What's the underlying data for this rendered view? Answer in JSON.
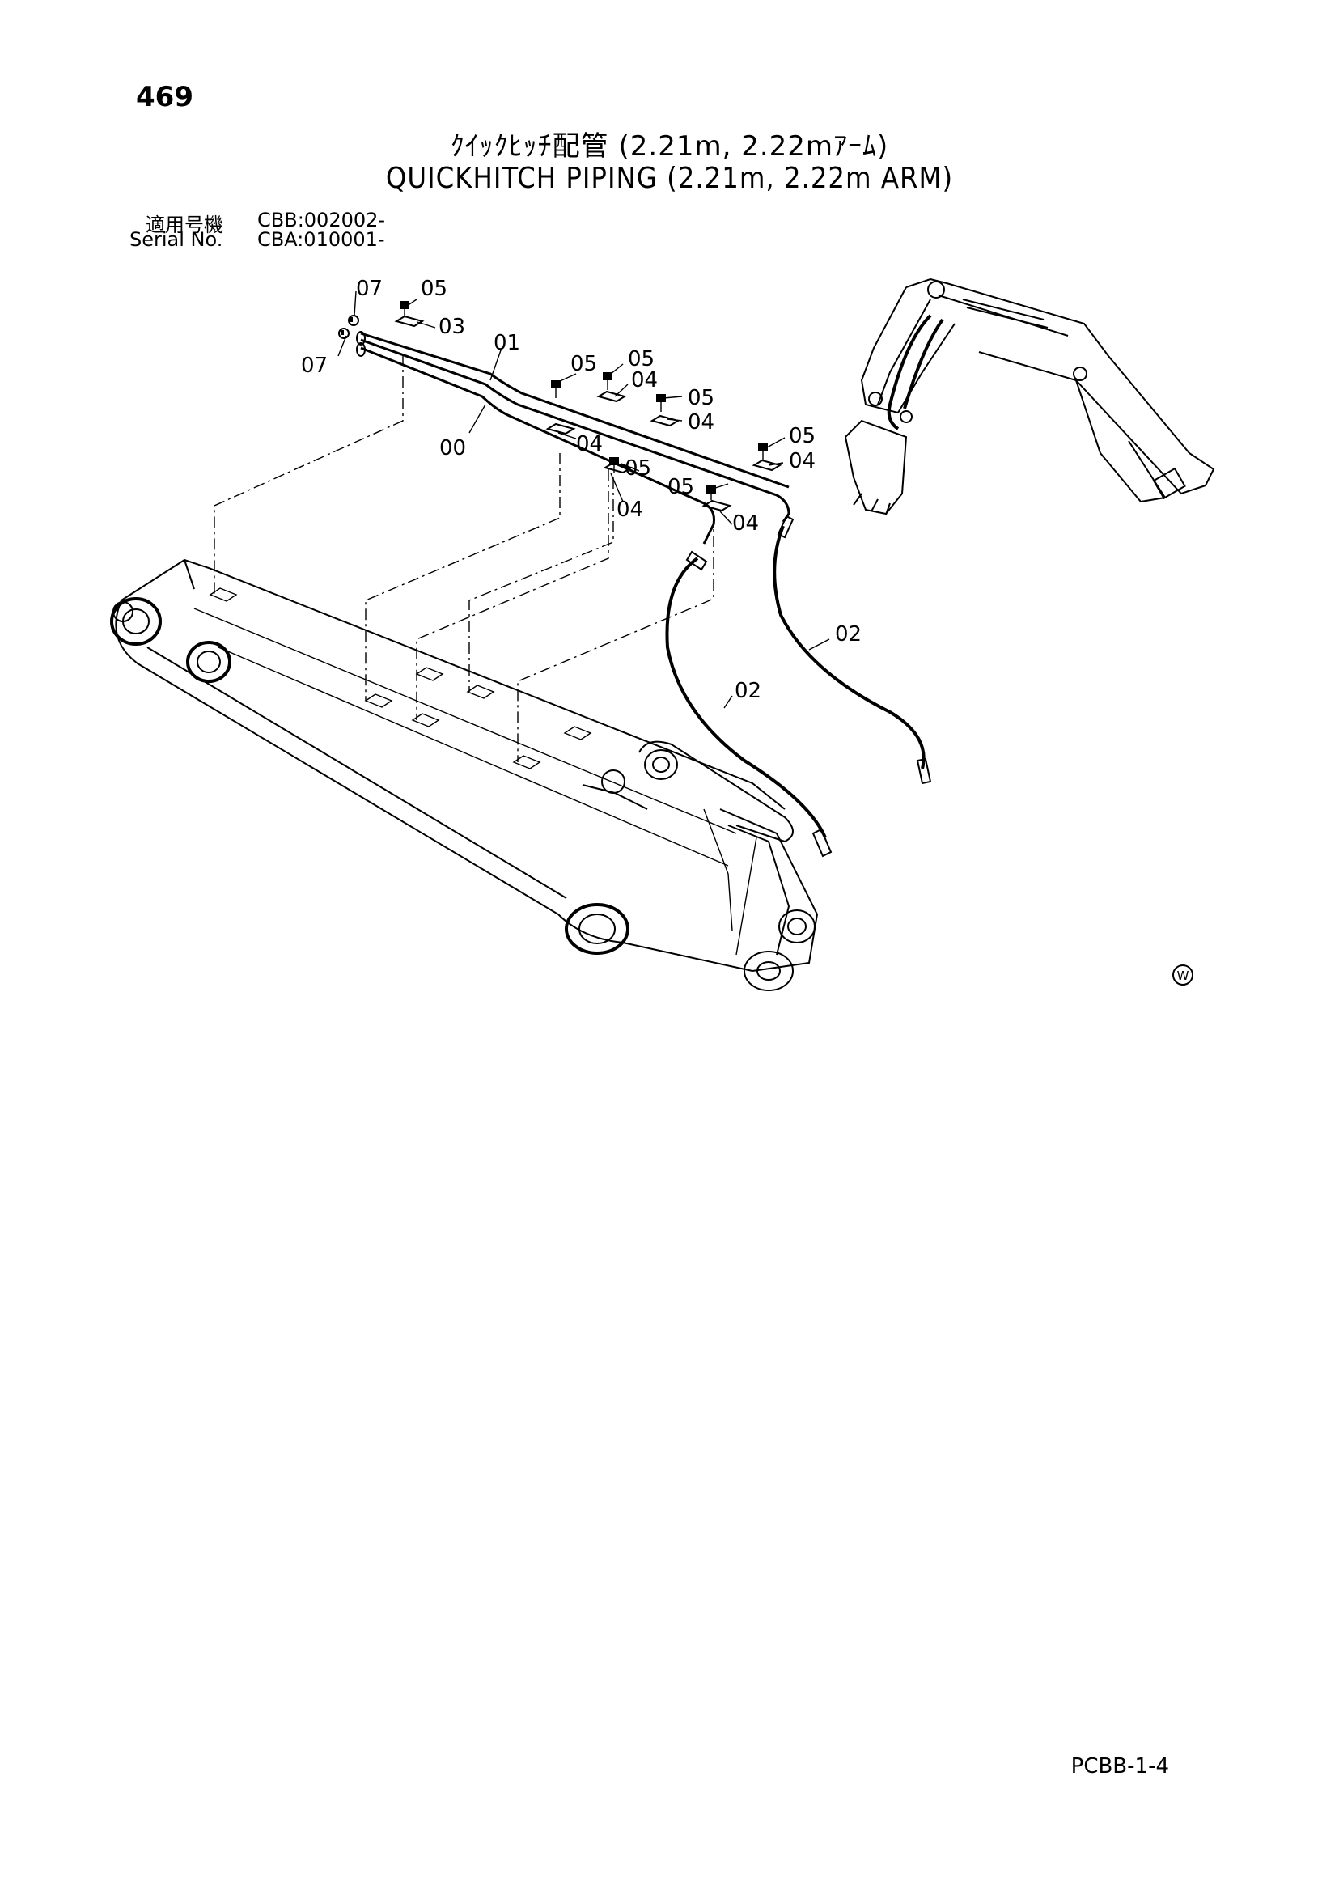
{
  "page": {
    "number": "469",
    "footer_code": "PCBB-1-4"
  },
  "title": {
    "japanese": "ｸｲｯｸﾋｯﾁ配管 (2.21m, 2.22mｱｰﾑ)",
    "english": "QUICKHITCH PIPING (2.21m, 2.22m ARM)"
  },
  "applicability": {
    "label_jp": "適用号機",
    "label_en": "Serial No.",
    "serial_jp": "CBB:002002-",
    "serial_en": "CBA:010001-"
  },
  "callouts": [
    "07",
    "05",
    "03",
    "07",
    "01",
    "05",
    "05",
    "04",
    "05",
    "04",
    "00",
    "04",
    "05",
    "05",
    "04",
    "04",
    "05",
    "04",
    "02",
    "02"
  ],
  "mark": {
    "symbol": "W"
  }
}
